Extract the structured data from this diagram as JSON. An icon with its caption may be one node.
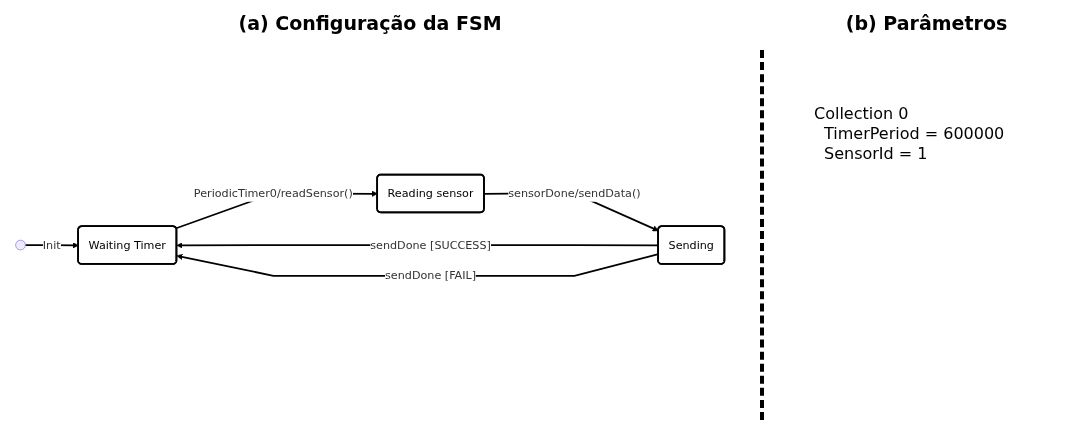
{
  "diagram": {
    "nodes": [
      {
        "text": [],
        "shape": "circle"
      },
      {
        "text": [
          "Waiting Timer"
        ]
      },
      {
        "text": [
          "Reading sensor"
        ]
      },
      {
        "text": [
          "Sending"
        ]
      }
    ],
    "edges": [
      {
        "from": 0,
        "to": 1,
        "arrow": "to",
        "label": "Init"
      },
      {
        "from": 1,
        "to": 2,
        "arrow": "to",
        "label": "PeriodicTimer0/readSensor()"
      },
      {
        "from": 2,
        "to": 3,
        "arrow": "to",
        "label": "sensorDone/sendData()"
      },
      {
        "from": 3,
        "to": 1,
        "arrow": "to",
        "label": "sendDone [SUCCESS]"
      },
      {
        "from": 3,
        "to": 1,
        "arrow": "to",
        "label": "sendDone [FAIL]"
      }
    ],
    "labels": [
      "(a) Configuração da FSM",
      "(b) Parâmetros",
      "Collection 0",
      "TimerPeriod = 600000",
      "SensorId = 1"
    ]
  }
}
